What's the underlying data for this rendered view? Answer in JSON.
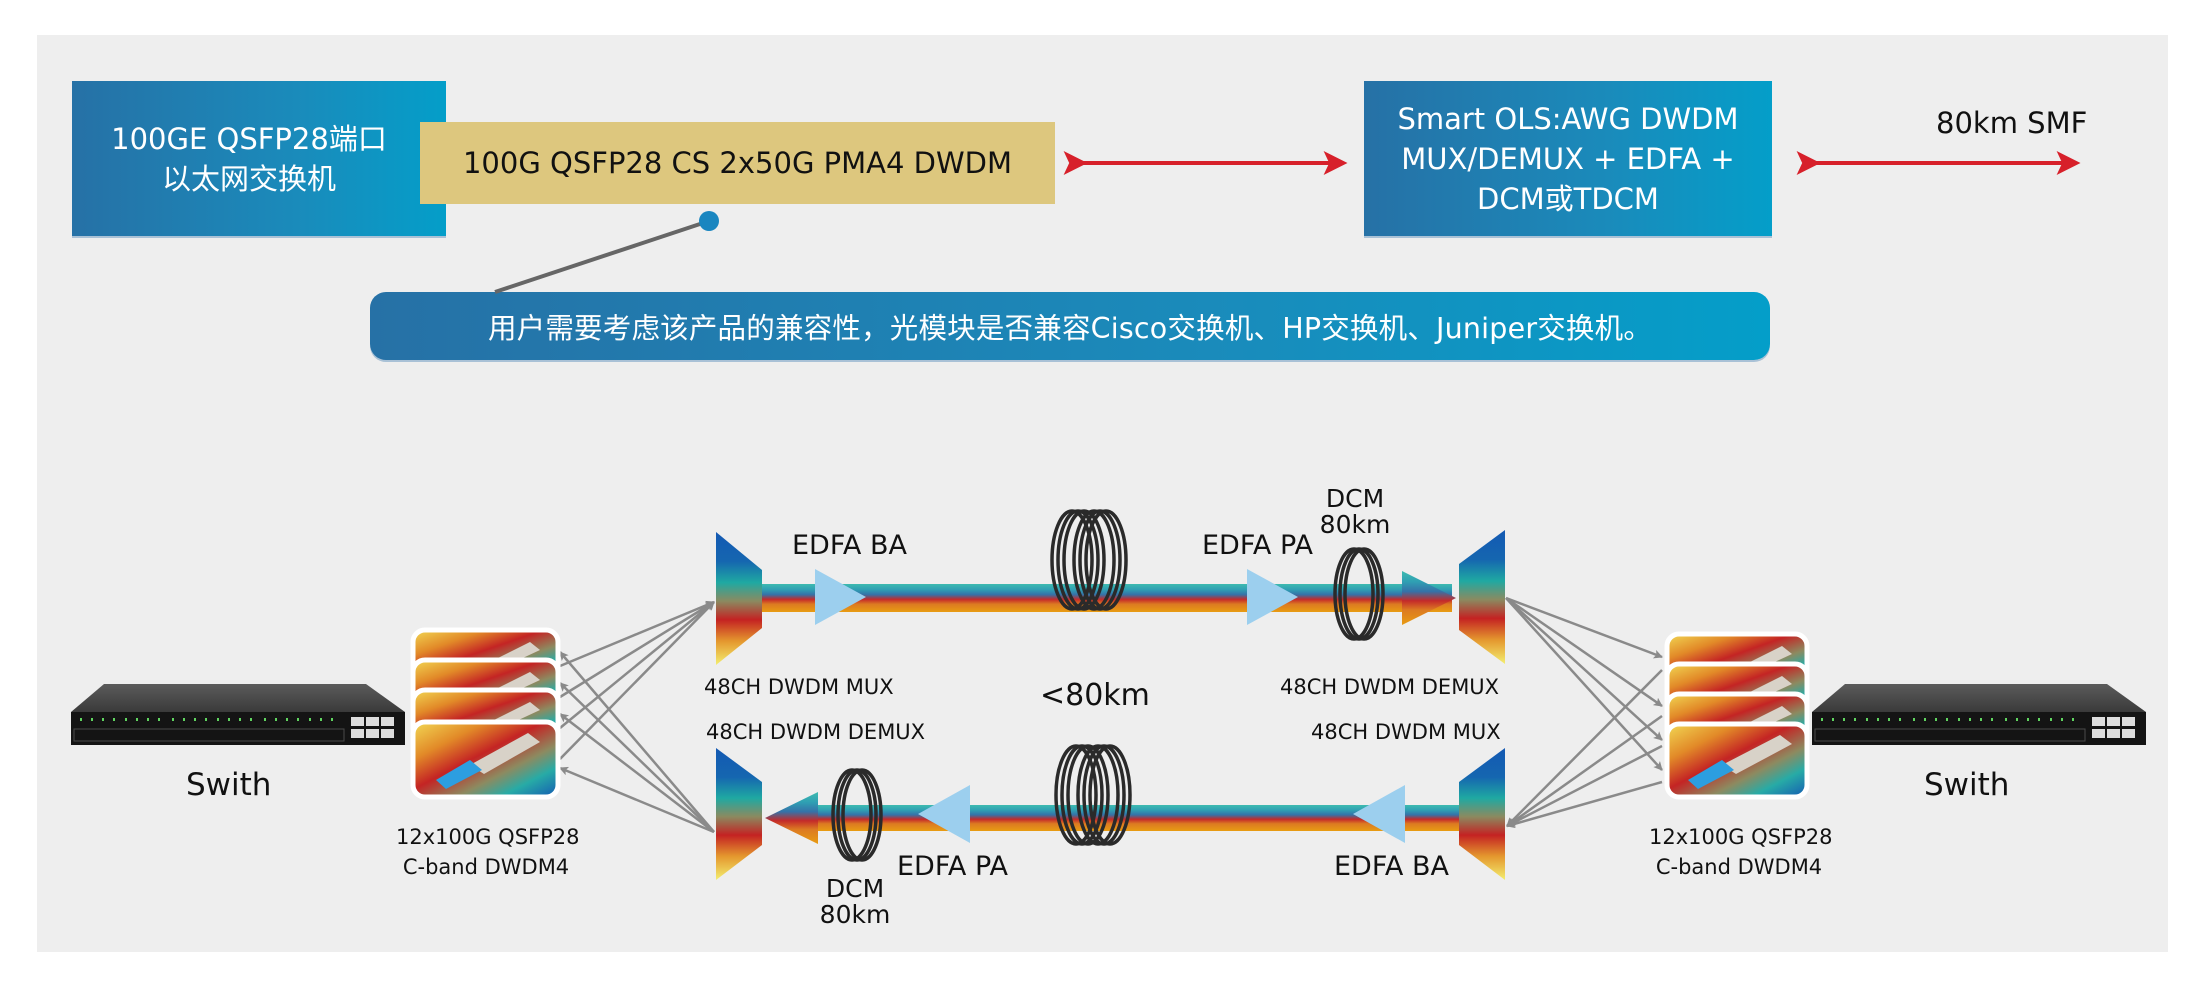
{
  "top": {
    "switch_box": {
      "line1": "100GE QSFP28端口",
      "line2": "以太网交换机"
    },
    "module_box": {
      "label": "100G QSFP28 CS 2x50G PMA4 DWDM"
    },
    "ols_box": {
      "line1": "Smart OLS:AWG DWDM",
      "line2": "MUX/DEMUX + EDFA +",
      "line3": "DCM或TDCM"
    },
    "fiber_label": "80km SMF",
    "callout": "用户需要考虑该产品的兼容性，光模块是否兼容Cisco交换机、HP交换机、Juniper交换机。"
  },
  "bottom": {
    "left_switch_label": "Swith",
    "right_switch_label": "Swith",
    "left_modules_label": {
      "line1": "12x100G QSFP28",
      "line2": "C-band DWDM4"
    },
    "right_modules_label": {
      "line1": "12x100G QSFP28",
      "line2": "C-band DWDM4"
    },
    "upper_path": {
      "left_device": "48CH DWDM MUX",
      "booster": "EDFA BA",
      "preamp": "EDFA PA",
      "dcm": {
        "line1": "DCM",
        "line2": "80km"
      },
      "right_device": "48CH DWDM DEMUX"
    },
    "lower_path": {
      "left_device": "48CH DWDM DEMUX",
      "preamp": "EDFA PA",
      "dcm": {
        "line1": "DCM",
        "line2": "80km"
      },
      "booster": "EDFA BA",
      "right_device": "48CH DWDM MUX"
    },
    "span_label": "<80km"
  },
  "colors": {
    "panel": "#eeeeee",
    "blue_start": "#2671a6",
    "blue_end": "#049ec9",
    "module_box": "#ddc77e",
    "arrow_red": "#d7202a",
    "amp_triangle": "#9ccfee",
    "connector_gray": "#888888"
  },
  "module_stack_count": 4
}
